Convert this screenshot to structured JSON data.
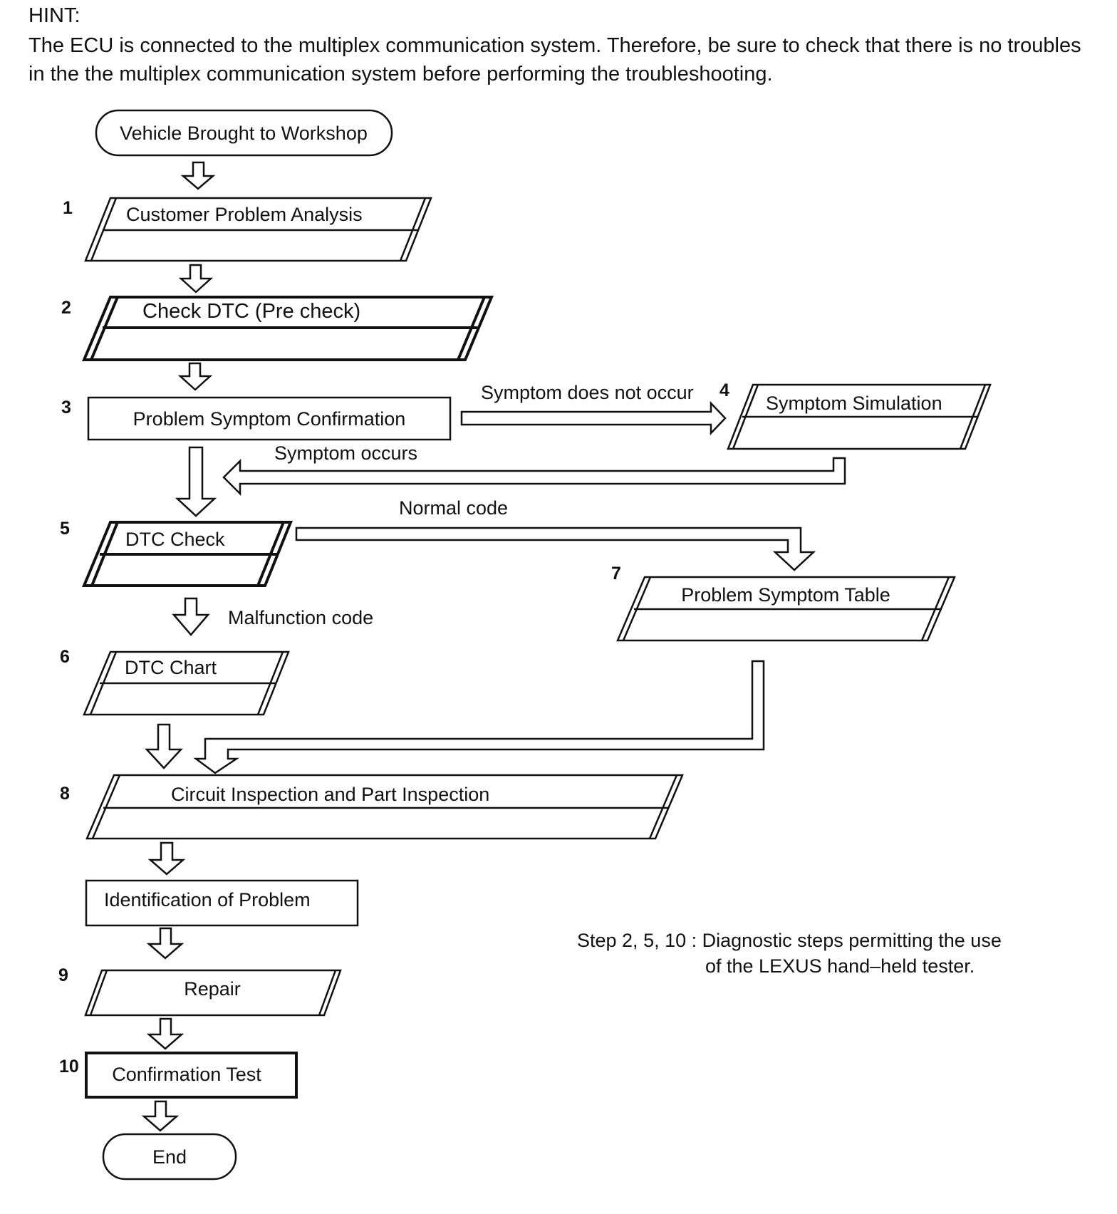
{
  "hint": {
    "title": "HINT:",
    "text": "The ECU is connected to the multiplex communication system. Therefore, be sure to check that there is no troubles in the the multiplex communication system before performing the troubleshooting."
  },
  "steps": {
    "start": "Vehicle Brought to Workshop",
    "s1": {
      "num": "1",
      "label": "Customer Problem Analysis"
    },
    "s2": {
      "num": "2",
      "label": "Check DTC (Pre check)"
    },
    "s3": {
      "num": "3",
      "label": "Problem Symptom Confirmation"
    },
    "s4": {
      "num": "4",
      "label": "Symptom Simulation"
    },
    "s5": {
      "num": "5",
      "label": "DTC Check"
    },
    "s6": {
      "num": "6",
      "label": "DTC Chart"
    },
    "s7": {
      "num": "7",
      "label": "Problem Symptom Table"
    },
    "s8": {
      "num": "8",
      "label": "Circuit Inspection and Part Inspection"
    },
    "identify": "Identification of Problem",
    "s9": {
      "num": "9",
      "label": "Repair"
    },
    "s10": {
      "num": "10",
      "label": "Confirmation Test"
    },
    "end": "End"
  },
  "edge_labels": {
    "not_occur": "Symptom does not occur",
    "occurs": "Symptom occurs",
    "normal_code": "Normal code",
    "malfunction_code": "Malfunction code"
  },
  "note": {
    "line1": "Step 2, 5, 10 : Diagnostic steps permitting the use",
    "line2": "of the LEXUS hand–held tester."
  }
}
